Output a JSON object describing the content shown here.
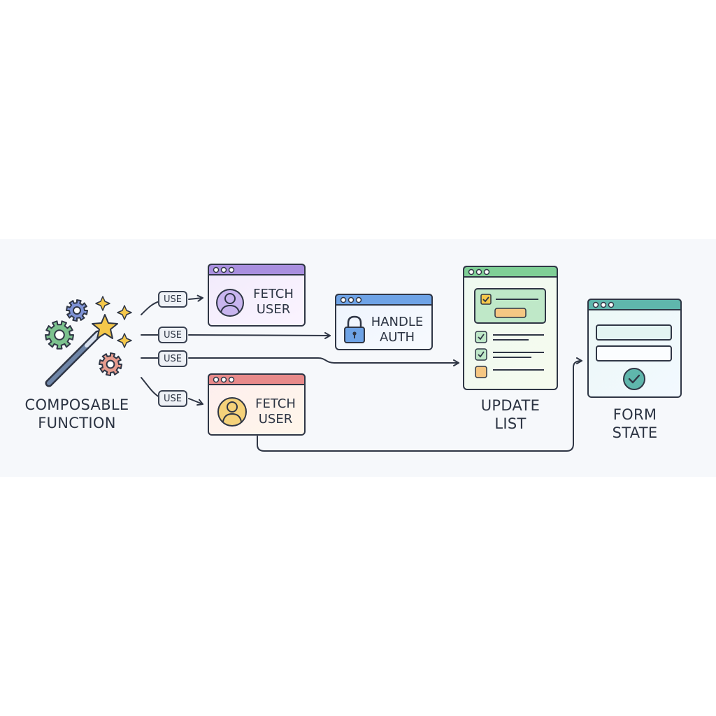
{
  "source": {
    "label_line1": "COMPOSABLE",
    "label_line2": "FUNCTION"
  },
  "connector_label": "USE",
  "chips": [
    {
      "label": "USE"
    },
    {
      "label": "USE"
    },
    {
      "label": "USE"
    },
    {
      "label": "USE"
    }
  ],
  "windows": {
    "fetch_user_top": {
      "line1": "FETCH",
      "line2": "USER"
    },
    "handle_auth": {
      "line1": "HANDLE",
      "line2": "AUTH"
    },
    "fetch_user_bottom": {
      "line1": "FETCH",
      "line2": "USER"
    }
  },
  "targets": {
    "update_list": {
      "line1": "UPDATE",
      "line2": "LIST"
    },
    "form_state": {
      "line1": "FORM",
      "line2": "STATE"
    }
  },
  "colors": {
    "stroke": "#2f3645",
    "purple": "#a98fdf",
    "blue": "#6ea3e6",
    "red": "#e88a8a",
    "green": "#7fcf96",
    "teal": "#5fb6ac",
    "gear_green": "#7cc28e",
    "gear_blue": "#7f93d6",
    "gear_red": "#e79c8e",
    "star": "#f5c84b"
  }
}
